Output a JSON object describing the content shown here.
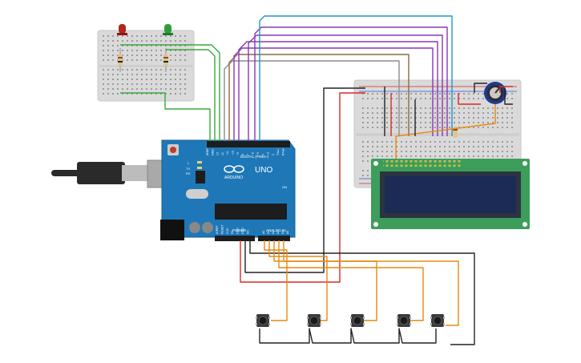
{
  "arduino": {
    "model": "UNO",
    "brand": "ARDUINO",
    "digital_header": "DIGITAL (PWM~)",
    "power_label": "POWER",
    "analog_label": "ANALOG IN",
    "tx_label": "TX",
    "rx_label": "RX",
    "l_label": "L",
    "on_label": "ON",
    "digital_pins": [
      "AREF",
      "GND",
      "13",
      "12",
      "~11",
      "~10",
      "~9",
      "8",
      "7",
      "~6",
      "~5",
      "4",
      "~3",
      "2",
      "TX▸1",
      "RX◂0"
    ],
    "power_pins": [
      "IOREF",
      "RESET",
      "3.3V",
      "5V",
      "GND",
      "GND",
      "Vin"
    ],
    "analog_pins": [
      "A0",
      "A1",
      "A2",
      "A3",
      "A4",
      "A5"
    ]
  },
  "leds": [
    {
      "name": "red-led",
      "color": "#b3261e"
    },
    {
      "name": "green-led",
      "color": "#2e9e3c"
    }
  ],
  "wire_colors": {
    "green": "#3aa83a",
    "purple": "#8a36b5",
    "blue": "#2496c7",
    "brown": "#8b6a3e",
    "gray": "#8c8c8c",
    "black": "#222222",
    "red": "#d62b24",
    "orange": "#e8890f"
  },
  "buttons_count": 5,
  "lcd": {
    "type": "16x2"
  }
}
